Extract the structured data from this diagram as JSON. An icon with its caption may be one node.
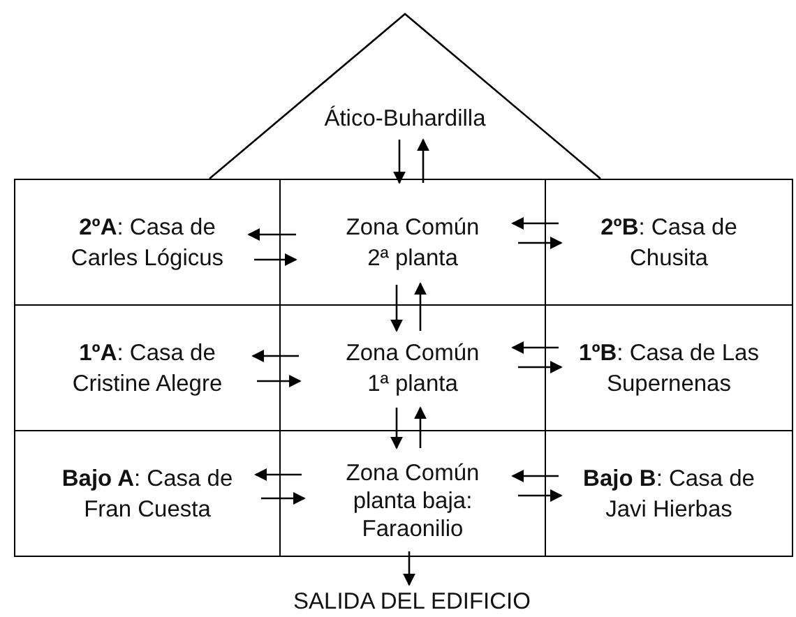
{
  "diagram": {
    "nodes": [
      {
        "text": [
          "Ático-Buhardilla"
        ]
      },
      {
        "text": [
          "**2ºA**: Casa de Carles Lógicus"
        ]
      },
      {
        "text": [
          "Zona Común 2ª planta"
        ]
      },
      {
        "text": [
          "**2ºB**: Casa de Chusita"
        ]
      },
      {
        "text": [
          "**1ºA**: Casa de Cristine Alegre"
        ]
      },
      {
        "text": [
          "Zona Común 1ª planta"
        ]
      },
      {
        "text": [
          "**1ºB**: Casa de Las Supernenas"
        ]
      },
      {
        "text": [
          "**Bajo A**: Casa de Fran Cuesta"
        ]
      },
      {
        "text": [
          "Zona Común planta baja: Faraonilio"
        ]
      },
      {
        "text": [
          "**Bajo B**: Casa de Javi Hierbas"
        ]
      },
      {
        "text": [
          "SALIDA DEL EDIFICIO"
        ]
      }
    ],
    "edges": [
      {
        "from": 0,
        "to": 2,
        "arrow": "to"
      },
      {
        "from": 2,
        "to": 0,
        "arrow": "to"
      },
      {
        "from": 2,
        "to": 1,
        "arrow": "to"
      },
      {
        "from": 1,
        "to": 2,
        "arrow": "to"
      },
      {
        "from": 3,
        "to": 2,
        "arrow": "to"
      },
      {
        "from": 2,
        "to": 3,
        "arrow": "to"
      },
      {
        "from": 2,
        "to": 5,
        "arrow": "to"
      },
      {
        "from": 5,
        "to": 2,
        "arrow": "to"
      },
      {
        "from": 5,
        "to": 4,
        "arrow": "to"
      },
      {
        "from": 4,
        "to": 5,
        "arrow": "to"
      },
      {
        "from": 6,
        "to": 5,
        "arrow": "to"
      },
      {
        "from": 5,
        "to": 6,
        "arrow": "to"
      },
      {
        "from": 5,
        "to": 8,
        "arrow": "to"
      },
      {
        "from": 8,
        "to": 5,
        "arrow": "to"
      },
      {
        "from": 8,
        "to": 7,
        "arrow": "to"
      },
      {
        "from": 7,
        "to": 8,
        "arrow": "to"
      },
      {
        "from": 9,
        "to": 8,
        "arrow": "to"
      },
      {
        "from": 8,
        "to": 9,
        "arrow": "to"
      },
      {
        "from": 8,
        "to": 10,
        "arrow": "to"
      }
    ]
  }
}
